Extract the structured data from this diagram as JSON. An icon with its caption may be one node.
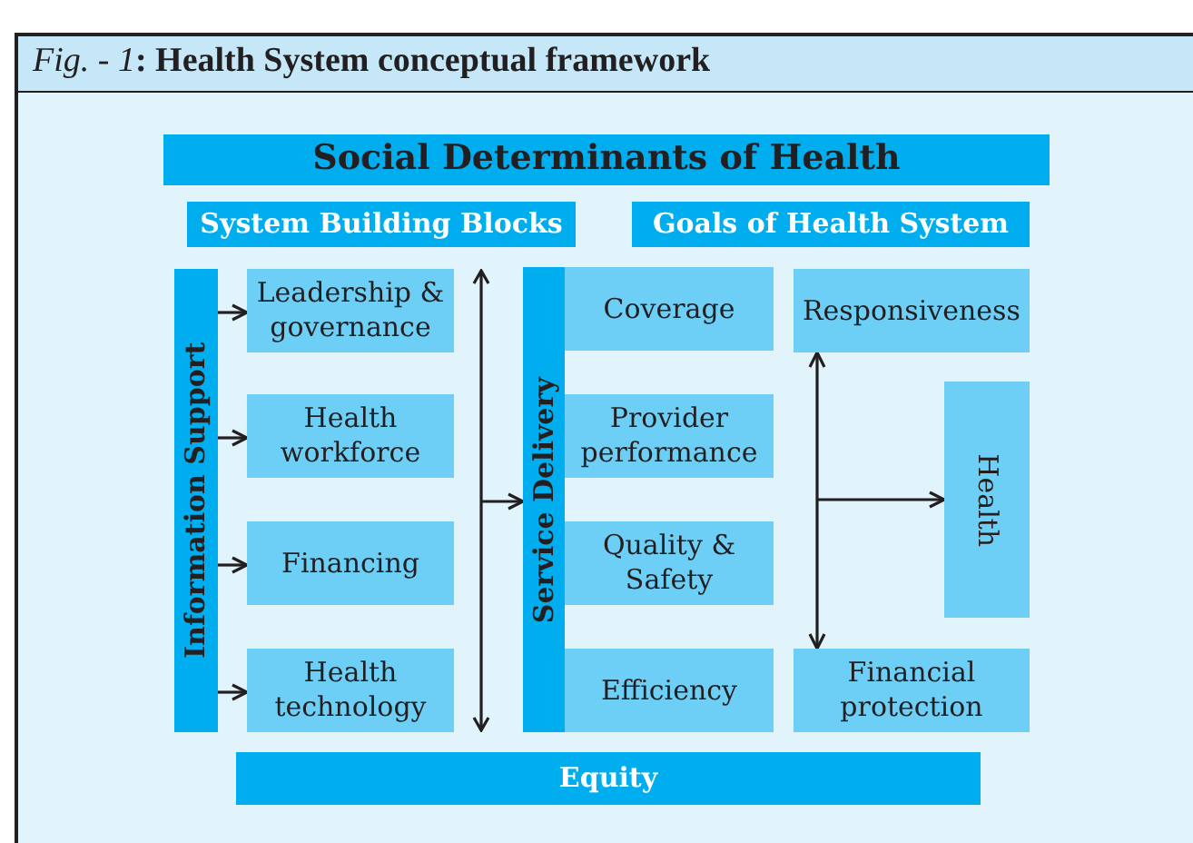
{
  "diagram": {
    "title": "*Fig. - 1*: Health System conceptual framework",
    "nodes": [
      {
        "text": [
          "Social Determinants of Health"
        ]
      },
      {
        "text": [
          "System Building Blocks"
        ]
      },
      {
        "text": [
          "Goals of Health System"
        ]
      },
      {
        "text": [
          "Information Support"
        ]
      },
      {
        "text": [
          "Leadership & governance"
        ]
      },
      {
        "text": [
          "Health workforce"
        ]
      },
      {
        "text": [
          "Financing"
        ]
      },
      {
        "text": [
          "Health technology"
        ]
      },
      {
        "text": [],
        "shape": "bar"
      },
      {
        "text": [
          "Service Delivery"
        ]
      },
      {
        "text": [
          "Coverage"
        ]
      },
      {
        "text": [
          "Provider performance"
        ]
      },
      {
        "text": [
          "Quality & Safety"
        ]
      },
      {
        "text": [
          "Efficiency"
        ]
      },
      {
        "text": [
          "Responsiveness"
        ]
      },
      {
        "text": [
          "Health"
        ]
      },
      {
        "text": [
          "Financial protection"
        ]
      },
      {
        "text": [
          "Equity"
        ]
      }
    ],
    "edges": [
      {
        "from": 3,
        "to": 4,
        "arrow": "to"
      },
      {
        "from": 3,
        "to": 5,
        "arrow": "to"
      },
      {
        "from": 3,
        "to": 6,
        "arrow": "to"
      },
      {
        "from": 3,
        "to": 7,
        "arrow": "to"
      },
      {
        "from": 8,
        "to": 9,
        "arrow": "to"
      },
      {
        "from": 14,
        "to": 16,
        "arrow": "both"
      },
      {
        "from": null,
        "to": 15,
        "arrow": "to"
      }
    ]
  }
}
